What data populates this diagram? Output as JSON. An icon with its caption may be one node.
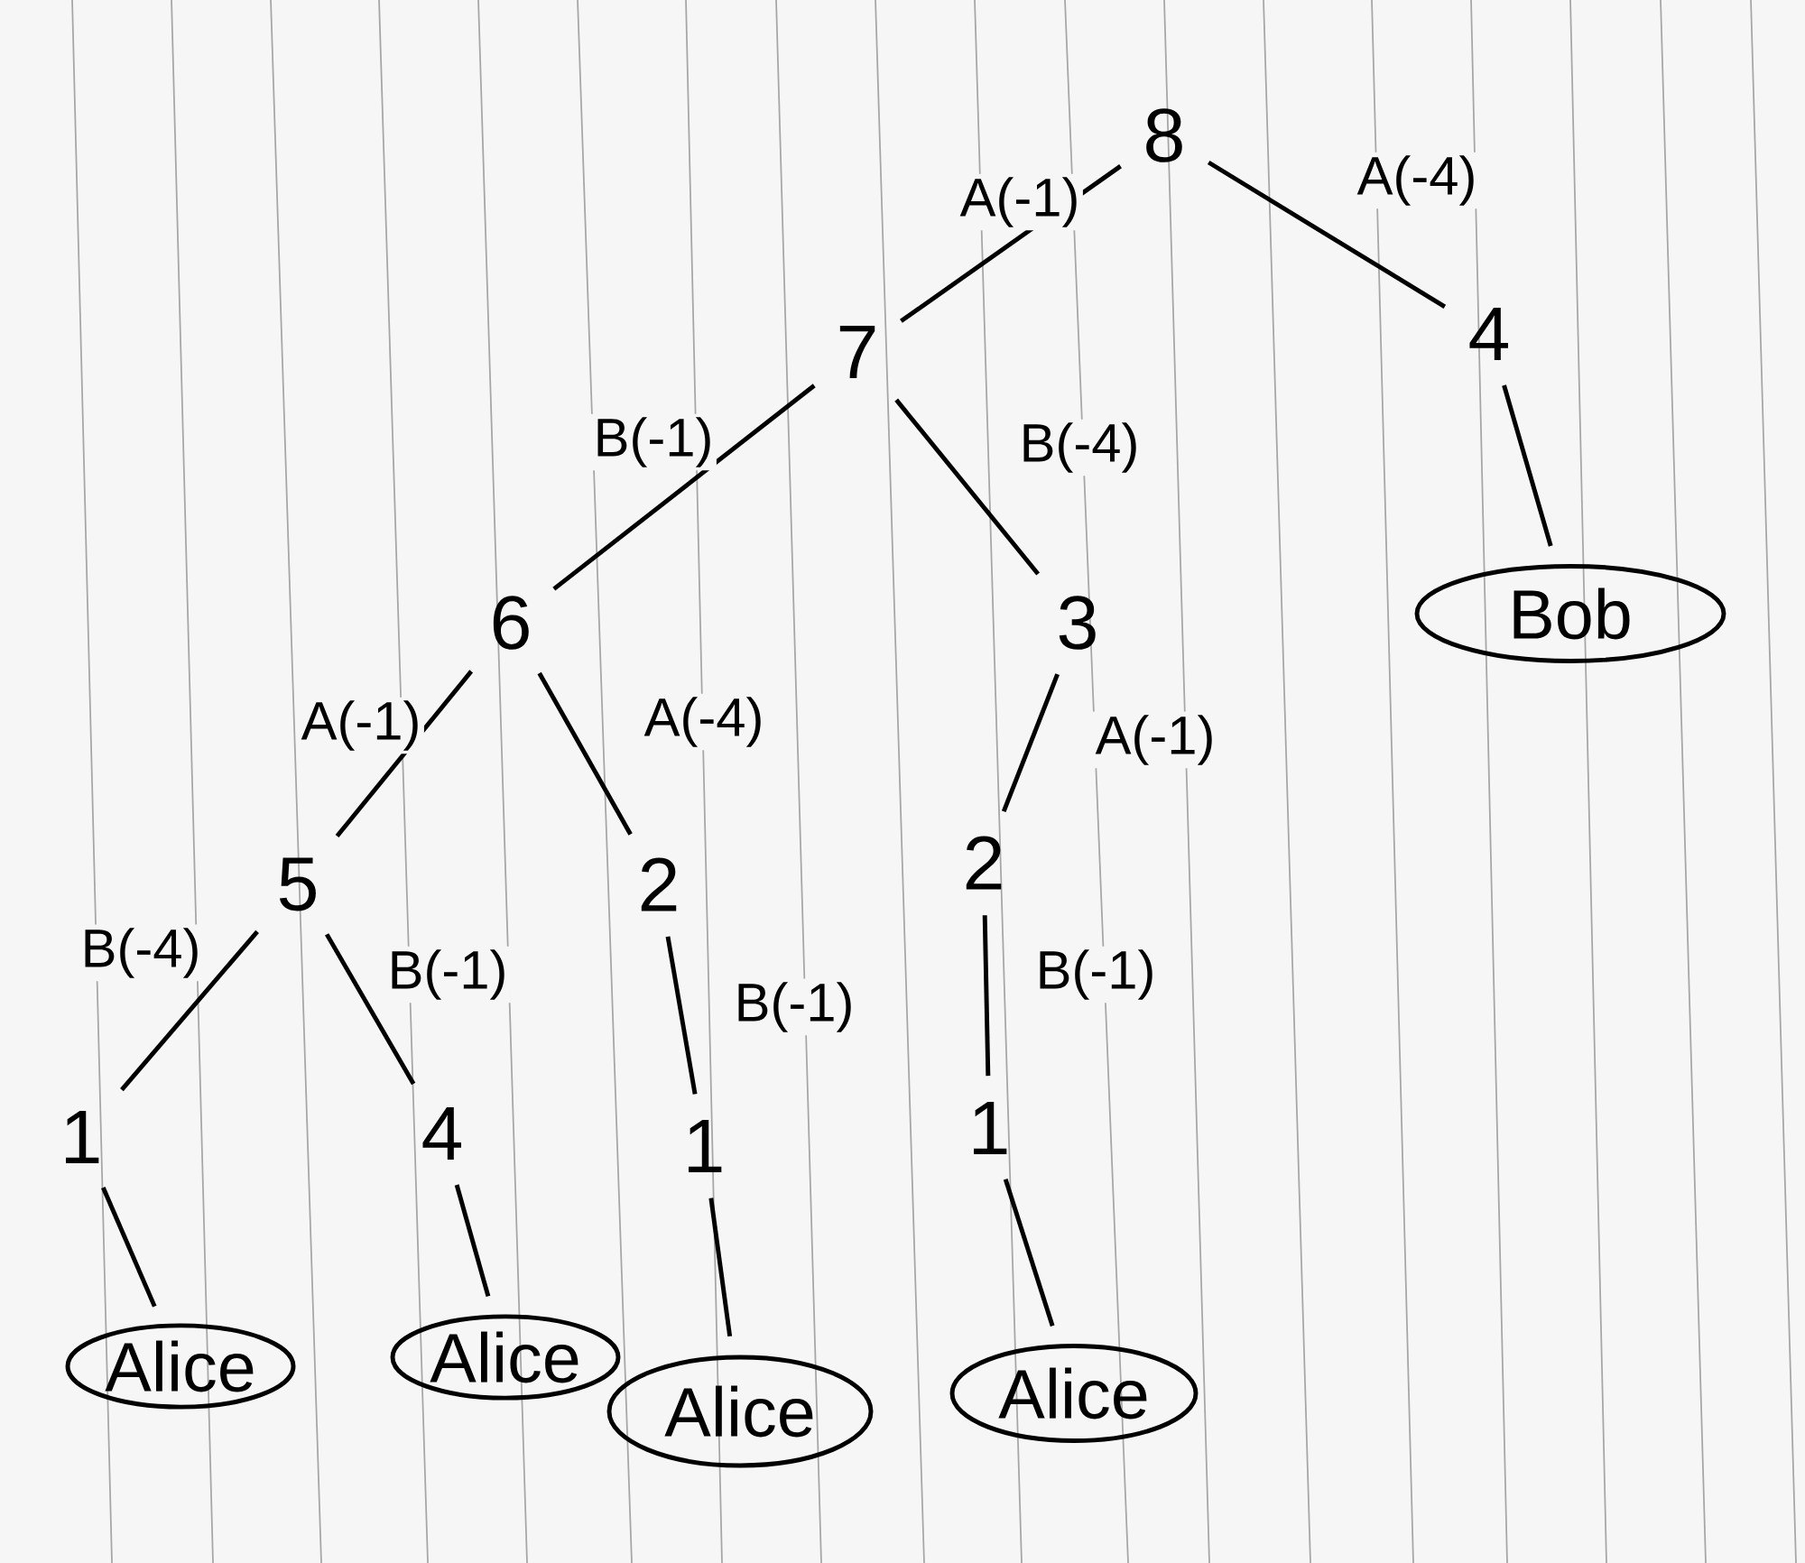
{
  "diagram": {
    "nodes": [
      {
        "text": [
          "8"
        ]
      },
      {
        "text": [
          "7"
        ]
      },
      {
        "text": [
          "4"
        ]
      },
      {
        "text": [
          "6"
        ]
      },
      {
        "text": [
          "3"
        ]
      },
      {
        "text": [
          "Bob"
        ]
      },
      {
        "text": [
          "5"
        ]
      },
      {
        "text": [
          "2"
        ]
      },
      {
        "text": [
          "2"
        ]
      },
      {
        "text": [
          "1"
        ]
      },
      {
        "text": [
          "4"
        ]
      },
      {
        "text": [
          "1"
        ]
      },
      {
        "text": [
          "1"
        ]
      },
      {
        "text": [
          "Alice"
        ]
      },
      {
        "text": [
          "Alice"
        ]
      },
      {
        "text": [
          "Alice"
        ]
      },
      {
        "text": [
          "Alice"
        ]
      }
    ],
    "edges": [
      {
        "from": 0,
        "to": 1,
        "arrow": "none",
        "label": "A(-1)"
      },
      {
        "from": 0,
        "to": 2,
        "arrow": "none",
        "label": "A(-4)"
      },
      {
        "from": 1,
        "to": 3,
        "arrow": "none",
        "label": "B(-1)"
      },
      {
        "from": 1,
        "to": 4,
        "arrow": "none",
        "label": "B(-4)"
      },
      {
        "from": 2,
        "to": 5,
        "arrow": "none"
      },
      {
        "from": 3,
        "to": 6,
        "arrow": "none",
        "label": "A(-1)"
      },
      {
        "from": 3,
        "to": 7,
        "arrow": "none",
        "label": "A(-4)"
      },
      {
        "from": 4,
        "to": 8,
        "arrow": "none",
        "label": "A(-1)"
      },
      {
        "from": 6,
        "to": 9,
        "arrow": "none",
        "label": "B(-4)"
      },
      {
        "from": 6,
        "to": 10,
        "arrow": "none",
        "label": "B(-1)"
      },
      {
        "from": 7,
        "to": 11,
        "arrow": "none",
        "label": "B(-1)"
      },
      {
        "from": 8,
        "to": 12,
        "arrow": "none",
        "label": "B(-1)"
      },
      {
        "from": 9,
        "to": 13,
        "arrow": "none"
      },
      {
        "from": 10,
        "to": 14,
        "arrow": "none"
      },
      {
        "from": 11,
        "to": 15,
        "arrow": "none"
      },
      {
        "from": 12,
        "to": 16,
        "arrow": "none"
      }
    ]
  }
}
